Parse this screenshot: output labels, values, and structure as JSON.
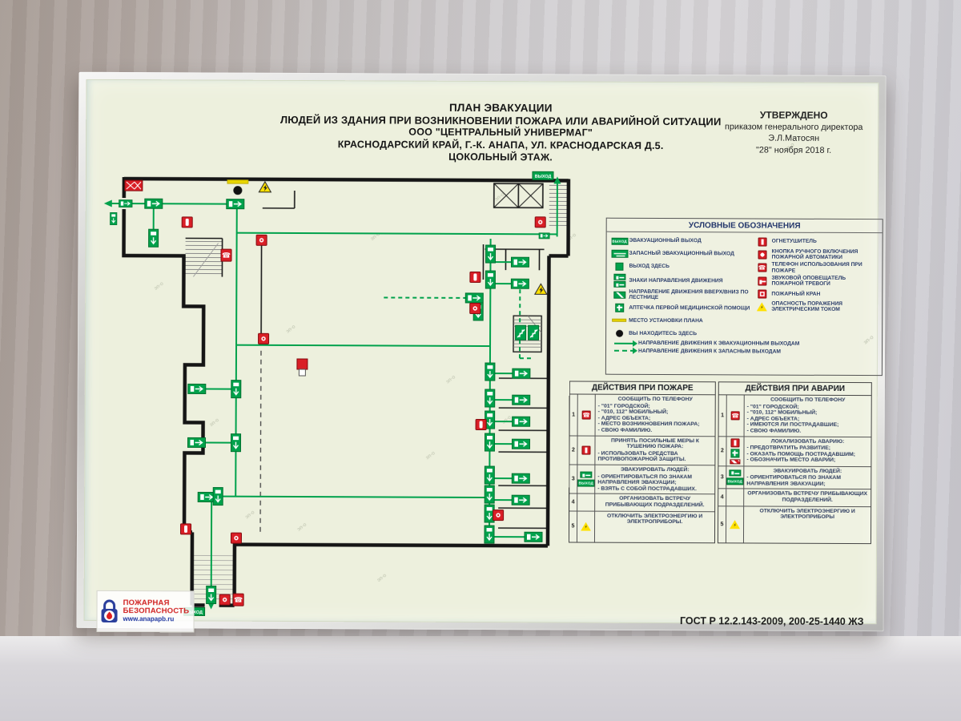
{
  "plate": {
    "title_lines": [
      "ПЛАН ЭВАКУАЦИИ",
      "ЛЮДЕЙ ИЗ ЗДАНИЯ ПРИ ВОЗНИКНОВЕНИИ ПОЖАРА ИЛИ АВАРИЙНОЙ СИТУАЦИИ",
      "ООО \"ЦЕНТРАЛЬНЫЙ УНИВЕРМАГ\"",
      "КРАСНОДАРСКИЙ КРАЙ, Г.-К. АНАПА, УЛ. КРАСНОДАРСКАЯ Д.5.",
      "ЦОКОЛЬНЫЙ ЭТАЖ."
    ],
    "approval": {
      "title": "УТВЕРЖДЕНО",
      "line1": "приказом генерального директора",
      "line2": "Э.Л.Матосян",
      "line3": "\"28\" ноября 2018 г."
    },
    "gost": "ГОСТ Р 12.2.143-2009, 200-25-1440 ЖЗ"
  },
  "legend": {
    "title": "УСЛОВНЫЕ ОБОЗНАЧЕНИЯ",
    "left": [
      {
        "icon": "evacuation-exit-sign",
        "label": "ЭВАКУАЦИОННЫЙ ВЫХОД"
      },
      {
        "icon": "reserve-exit-sign",
        "label": "ЗАПАСНЫЙ ЭВАКУАЦИОННЫЙ ВЫХОД"
      },
      {
        "icon": "exit-here-square",
        "label": "ВЫХОД ЗДЕСЬ"
      },
      {
        "icon": "direction-signs",
        "label": "ЗНАКИ НАПРАВЛЕНИЯ ДВИЖЕНИЯ"
      },
      {
        "icon": "stair-direction-sign",
        "label": "НАПРАВЛЕНИЕ ДВИЖЕНИЯ ВВЕРХ/ВНИЗ ПО ЛЕСТНИЦЕ"
      },
      {
        "icon": "first-aid-kit",
        "label": "АПТЕЧКА ПЕРВОЙ МЕДИЦИНСКОЙ ПОМОЩИ"
      },
      {
        "icon": "plan-location-line",
        "label": "МЕСТО УСТАНОВКИ ПЛАНА"
      },
      {
        "icon": "you-are-here-dot",
        "label": "ВЫ НАХОДИТЕСЬ ЗДЕСЬ"
      }
    ],
    "arrows": [
      {
        "icon": "solid-green-arrow",
        "label": "НАПРАВЛЕНИЕ ДВИЖЕНИЯ К ЭВАКУАЦИОННЫМ ВЫХОДАМ"
      },
      {
        "icon": "dashed-green-arrow",
        "label": "НАПРАВЛЕНИЕ ДВИЖЕНИЯ К ЗАПАСНЫМ ВЫХОДАМ"
      }
    ],
    "right": [
      {
        "icon": "fire-extinguisher",
        "label": "ОГНЕТУШИТЕЛЬ"
      },
      {
        "icon": "manual-call-point",
        "label": "КНОПКА РУЧНОГО ВКЛЮЧЕНИЯ ПОЖАРНОЙ АВТОМАТИКИ"
      },
      {
        "icon": "fire-phone",
        "label": "ТЕЛЕФОН ИСПОЛЬЗОВАНИЯ ПРИ ПОЖАРЕ"
      },
      {
        "icon": "fire-alarm-sounder",
        "label": "ЗВУКОВОЙ ОПОВЕЩАТЕЛЬ ПОЖАРНОЙ ТРЕВОГИ"
      },
      {
        "icon": "fire-hydrant",
        "label": "ПОЖАРНЫЙ КРАН"
      },
      {
        "icon": "electric-hazard",
        "label": "ОПАСНОСТЬ ПОРАЖЕНИЯ ЭЛЕКТРИЧЕСКИМ ТОКОМ"
      }
    ]
  },
  "actions_fire": {
    "title": "ДЕЙСТВИЯ ПРИ ПОЖАРЕ",
    "rows": [
      {
        "num": "1",
        "head": "СООБЩИТЬ ПО ТЕЛЕФОНУ",
        "lines": [
          "- \"01\" ГОРОДСКОЙ;",
          "- \"010, 112\" МОБИЛЬНЫЙ;",
          "- АДРЕС ОБЪЕКТА;",
          "- МЕСТО ВОЗНИКНОВЕНИЯ ПОЖАРА;",
          "- СВОЮ ФАМИЛИЮ."
        ]
      },
      {
        "num": "2",
        "head": "ПРИНЯТЬ ПОСИЛЬНЫЕ МЕРЫ К ТУШЕНИЮ ПОЖАРА:",
        "lines": [
          "- ИСПОЛЬЗОВАТЬ СРЕДСТВА ПРОТИВОПОЖАРНОЙ ЗАЩИТЫ."
        ]
      },
      {
        "num": "3",
        "head": "ЭВАКУИРОВАТЬ ЛЮДЕЙ:",
        "lines": [
          "- ОРИЕНТИРОВАТЬСЯ ПО ЗНАКАМ НАПРАВЛЕНИЯ ЭВАКУАЦИИ;",
          "- ВЗЯТЬ С СОБОЙ ПОСТРАДАВШИХ."
        ]
      },
      {
        "num": "4",
        "head": "ОРГАНИЗОВАТЬ ВСТРЕЧУ ПРИБЫВАЮЩИХ ПОДРАЗДЕЛЕНИЙ.",
        "lines": []
      },
      {
        "num": "5",
        "head": "ОТКЛЮЧИТЬ ЭЛЕКТРОЭНЕРГИЮ И ЭЛЕКТРОПРИБОРЫ.",
        "lines": []
      }
    ]
  },
  "actions_accident": {
    "title": "ДЕЙСТВИЯ ПРИ АВАРИИ",
    "rows": [
      {
        "num": "1",
        "head": "СООБЩИТЬ ПО ТЕЛЕФОНУ",
        "lines": [
          "- \"01\" ГОРОДСКОЙ;",
          "- \"010, 112\" МОБИЛЬНЫЙ;",
          "- АДРЕС ОБЪЕКТА;",
          "- ИМЕЮТСЯ ЛИ ПОСТРАДАВШИЕ;",
          "- СВОЮ ФАМИЛИЮ."
        ]
      },
      {
        "num": "2",
        "head": "ЛОКАЛИЗОВАТЬ АВАРИЮ:",
        "lines": [
          "- ПРЕДОТВРАТИТЬ РАЗВИТИЕ;",
          "- ОКАЗАТЬ ПОМОЩЬ ПОСТРАДАВШИМ;",
          "- ОБОЗНАЧИТЬ МЕСТО АВАРИИ;"
        ]
      },
      {
        "num": "3",
        "head": "ЭВАКУИРОВАТЬ ЛЮДЕЙ:",
        "lines": [
          "- ОРИЕНТИРОВАТЬСЯ ПО ЗНАКАМ НАПРАВЛЕНИЯ ЭВАКУАЦИИ;"
        ]
      },
      {
        "num": "4",
        "head": "ОРГАНИЗОВАТЬ ВСТРЕЧУ ПРИБЫВАЮЩИХ ПОДРАЗДЕЛЕНИЙ.",
        "lines": []
      },
      {
        "num": "5",
        "head": "ОТКЛЮЧИТЬ ЭЛЕКТРОЭНЕРГИЮ И ЭЛЕКТРОПРИБОРЫ",
        "lines": []
      }
    ]
  },
  "plan": {
    "exit_label": "ВЫХОД",
    "watermark": "эп-о"
  },
  "logo": {
    "line1": "ПОЖАРНАЯ",
    "line2": "БЕЗОПАСНОСТЬ",
    "url": "www.anapapb.ru"
  },
  "icons": {
    "phone": "☎",
    "lightning": "⚡"
  },
  "colors": {
    "green": "#00a14b",
    "red": "#d91f26",
    "yellow": "#ffe100",
    "navy": "#23366b",
    "plate_face": "#edf0dd"
  }
}
